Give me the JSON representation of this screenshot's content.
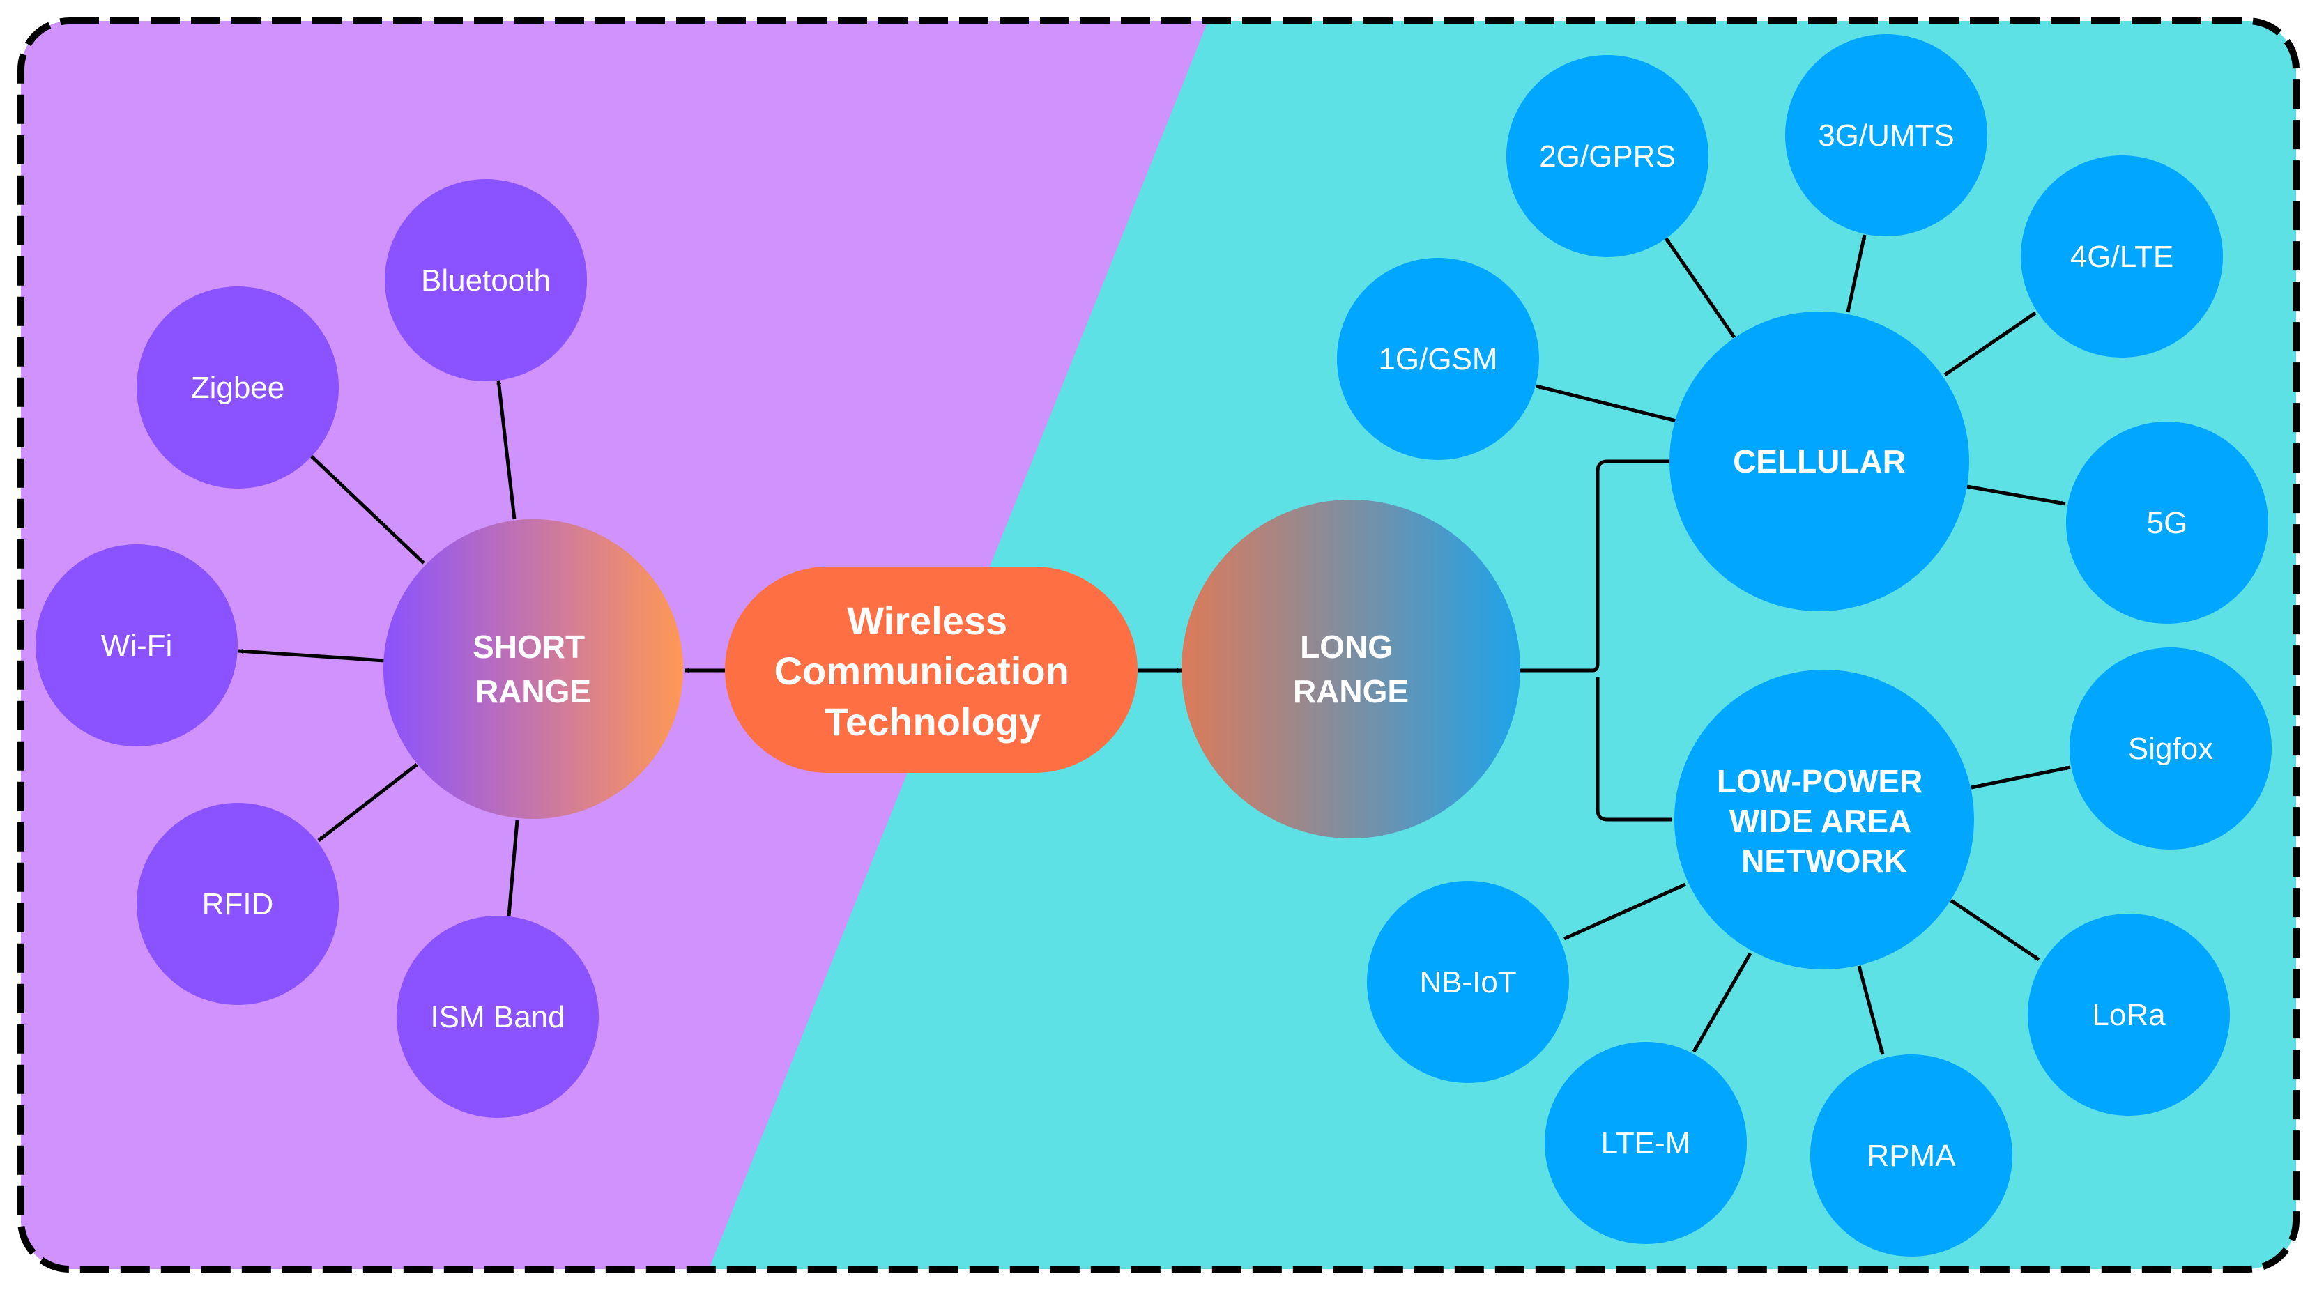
{
  "center": {
    "label_lines": [
      "Wireless",
      "Communication",
      "Technology"
    ]
  },
  "short_range": {
    "label_lines": [
      "SHORT",
      "RANGE"
    ],
    "items": [
      "Bluetooth",
      "Zigbee",
      "Wi-Fi",
      "RFID",
      "ISM Band"
    ]
  },
  "long_range": {
    "label_lines": [
      "LONG",
      "RANGE"
    ],
    "cellular": {
      "label": "CELLULAR",
      "items": [
        "1G/GSM",
        "2G/GPRS",
        "3G/UMTS",
        "4G/LTE",
        "5G"
      ]
    },
    "lpwan": {
      "label_lines": [
        "LOW-POWER",
        "WIDE AREA",
        "NETWORK"
      ],
      "items": [
        "Sigfox",
        "LoRa",
        "RPMA",
        "LTE-M",
        "NB-IoT"
      ]
    }
  },
  "colors": {
    "short_background": "#D092FC",
    "long_background": "#5EE1E5",
    "center_node": "#FF6F44",
    "short_leaf": "#8B52FF",
    "long_leaf": "#00A6FF",
    "frame": "#000000"
  }
}
